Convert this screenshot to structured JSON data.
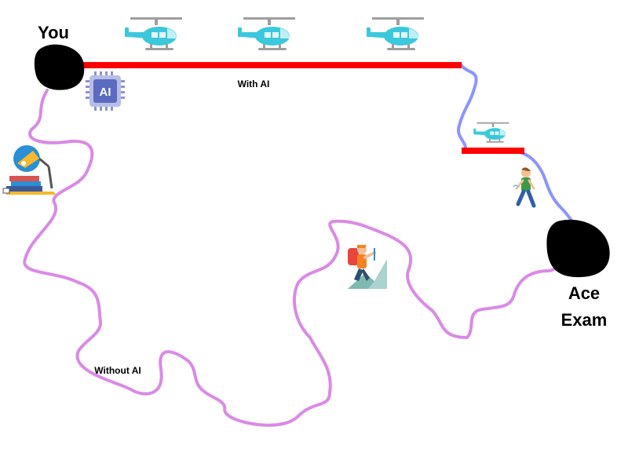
{
  "labels": {
    "start": "You",
    "end_line1": "Ace",
    "end_line2": "Exam",
    "with_ai": "With AI",
    "without_ai": "Without AI",
    "ai_chip": "AI"
  },
  "colors": {
    "ai_route": "#ff0000",
    "walk_route": "#8a95ff",
    "hard_route": "#d98ae6",
    "helicopter": "#3cc8dc",
    "chip": "#5b6bc0",
    "node": "#000000"
  },
  "icons": [
    "helicopter-icon",
    "ai-chip-icon",
    "study-lamp-books-icon",
    "hiker-climbing-icon",
    "person-walking-icon"
  ]
}
